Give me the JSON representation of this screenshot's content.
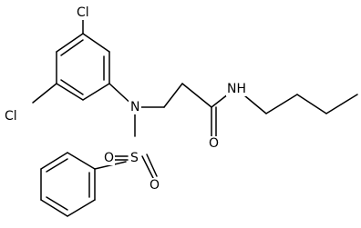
{
  "atoms": {
    "cl_top": "Cl",
    "cl_left": "Cl",
    "n_sulfonamide": "N",
    "nh_amide": "NH",
    "s_sulfonyl": "S",
    "o_sulfonyl_left": "O",
    "o_sulfonyl_right": "O",
    "o_carbonyl": "O"
  }
}
